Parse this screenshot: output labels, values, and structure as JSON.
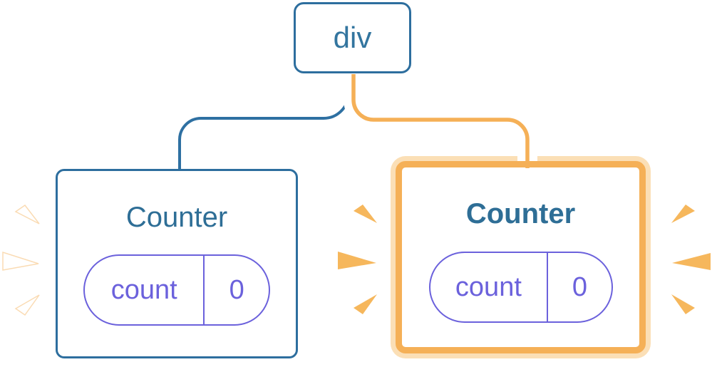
{
  "tree": {
    "root": {
      "label": "div"
    },
    "children": [
      {
        "label": "Counter",
        "state_key": "count",
        "state_value": "0",
        "highlighted": false
      },
      {
        "label": "Counter",
        "state_key": "count",
        "state_value": "0",
        "highlighted": true
      }
    ]
  },
  "colors": {
    "node_border_blue": "#2D6E9E",
    "node_text_blue": "#33759F",
    "title_blue": "#2E6E96",
    "state_purple": "#6B61DC",
    "highlight_orange": "#F5B057",
    "highlight_orange_light": "#FBDFB6",
    "spark_orange": "#F6B75C",
    "spark_white": "#FFFFFF"
  }
}
